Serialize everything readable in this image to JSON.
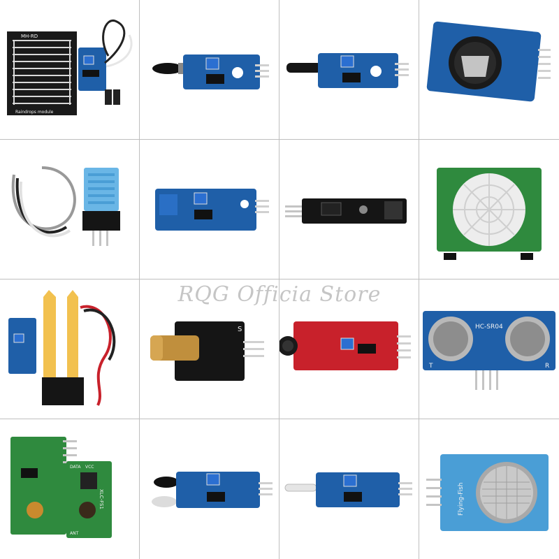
{
  "watermark": "RQG Officia Store",
  "labels": {
    "raindrop_top": "MH-RD",
    "raindrop_bottom": "Raindrops module",
    "ultrasonic_model": "HC-SR04",
    "ultrasonic_t": "T",
    "ultrasonic_r": "R",
    "laser_s": "S",
    "rf_tx_model": "XLC-FS1",
    "rf_tx_data": "DATA",
    "rf_tx_vcc": "VCC",
    "rf_tx_ant": "ANT",
    "gas_brand": "Flying-Fish"
  },
  "colors": {
    "pcb_blue": "#1f5fa8",
    "pcb_red": "#c8212b",
    "pcb_green": "#2f8a3e",
    "pcb_black": "#1c1c1c",
    "sensor_silver": "#c9c9c9"
  }
}
